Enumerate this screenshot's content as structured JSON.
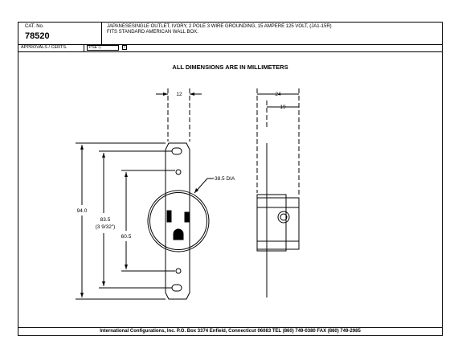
{
  "title_block": {
    "cat_label": "CAT. No.",
    "cat_number": "78520",
    "description_line1": "JAPANESESINGLE OUTLET, IVORY, 2 POLE 3 WIRE GROUNDING, 15 AMPERE 125 VOLT, (JA1-15R)",
    "description_line2": "FITS STANDARD AMERICAN WALL BOX."
  },
  "approvals": {
    "label": "APPROVALS / CERTS.",
    "badge": "PSE",
    "badge_mark": "✓"
  },
  "note": "ALL DIMENSIONS ARE IN MILLIMETERS",
  "dimensions": {
    "top_width": "12",
    "side_width": "24",
    "side_depth": "19",
    "face_diameter": "38.5 DIA",
    "overall_height": "94.0",
    "mount_centers": "83.5",
    "mount_centers_inch": "(3 9/32\")",
    "inner_height": "60.5"
  },
  "footer": "International Configurations, Inc.  P.O. Box 3374  Enfield, Connecticut 06083 TEL (860) 749-0380  FAX (860) 749-2985"
}
